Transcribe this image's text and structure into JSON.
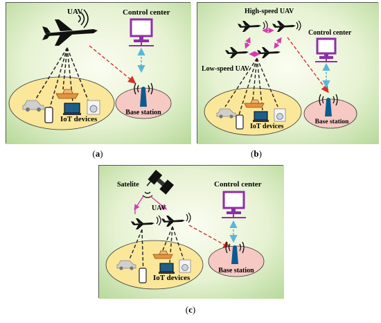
{
  "panels": [
    {
      "id": "a",
      "uav_label": "UAV",
      "control_center_label": "Control center",
      "base_station_label": "Base station",
      "iot_label": "IoT devices",
      "caption_open": "(",
      "caption_letter": "a",
      "caption_close": ")"
    },
    {
      "id": "b",
      "high_speed_label": "High-speed UAV",
      "low_speed_label": "Low-speed UAV",
      "control_center_label": "Control center",
      "base_station_label": "Base station",
      "iot_label": "IoT devices",
      "caption_open": "(",
      "caption_letter": "b",
      "caption_close": ")"
    },
    {
      "id": "c",
      "satellite_label": "Satelite",
      "uav_label": "UAV",
      "control_center_label": "Control center",
      "base_station_label": "Base station",
      "iot_label": "IoT devices",
      "caption_open": "(",
      "caption_letter": "c",
      "caption_close": ")"
    }
  ],
  "colors": {
    "background_center": "#fbfdf2",
    "background_edge": "#bcdba0",
    "iot_ellipse": "#fbe79a",
    "base_station_ellipse": "#f7c9c4",
    "monitor": "#8e2ea8",
    "arrow_red": "#d4302a",
    "arrow_cyan": "#5ab6d8",
    "pink_link": "#d63bb0"
  }
}
